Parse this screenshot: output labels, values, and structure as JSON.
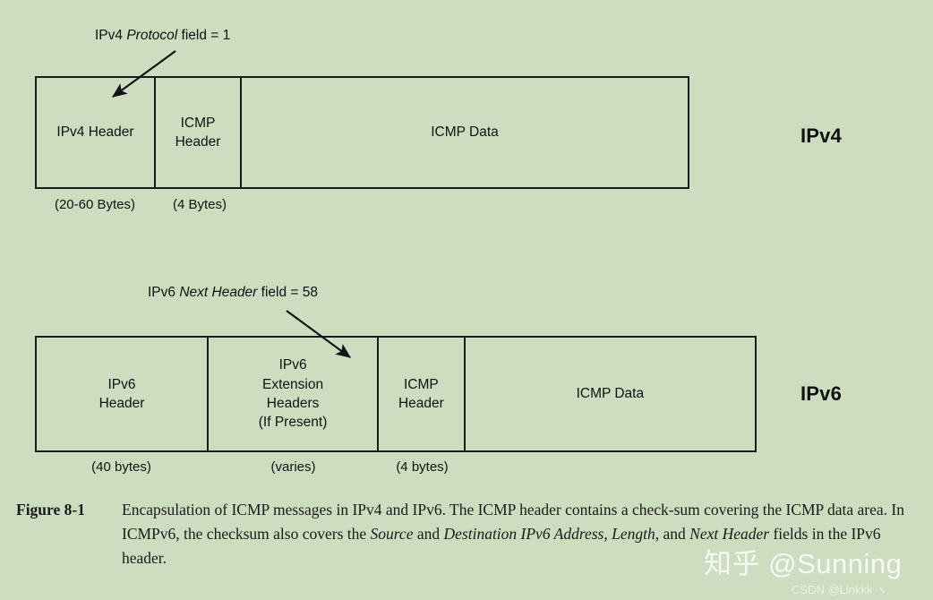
{
  "figure": {
    "background_color": "#cdddc0",
    "line_color": "#1b1b1b"
  },
  "ipv4": {
    "version_label": "IPv4",
    "annotation": {
      "prefix": "IPv4 ",
      "italic": "Protocol",
      "suffix": " field = 1"
    },
    "fields": [
      {
        "label": "IPv4 Header",
        "size": "(20-60 Bytes)"
      },
      {
        "label": "ICMP\nHeader",
        "size": "(4 Bytes)"
      },
      {
        "label": "ICMP Data",
        "size": ""
      }
    ]
  },
  "ipv6": {
    "version_label": "IPv6",
    "annotation": {
      "prefix": "IPv6 ",
      "italic": "Next Header",
      "suffix": " field = 58"
    },
    "fields": [
      {
        "label": "IPv6\nHeader",
        "size": "(40 bytes)"
      },
      {
        "label": "IPv6\nExtension\nHeaders\n(If Present)",
        "size": "(varies)"
      },
      {
        "label": "ICMP\nHeader",
        "size": "(4 bytes)"
      },
      {
        "label": "ICMP Data",
        "size": ""
      }
    ]
  },
  "caption": {
    "number": "Figure 8-1",
    "line1": "Encapsulation of ICMP messages in IPv4 and IPv6. The ICMP header contains a check-",
    "line2_a": "sum covering the ICMP data area. In ICMPv6, the checksum also covers the ",
    "line2_em": "Source",
    "line2_b": " and",
    "line3_em1": "Destination IPv6 Address",
    "line3_a": ", ",
    "line3_em2": "Length",
    "line3_b": ", and ",
    "line3_em3": "Next Header",
    "line3_c": " fields in the IPv6 header."
  },
  "watermarks": {
    "zhihu": "知乎 @Sunning",
    "csdn": "CSDN @Linkkk ヽ"
  }
}
